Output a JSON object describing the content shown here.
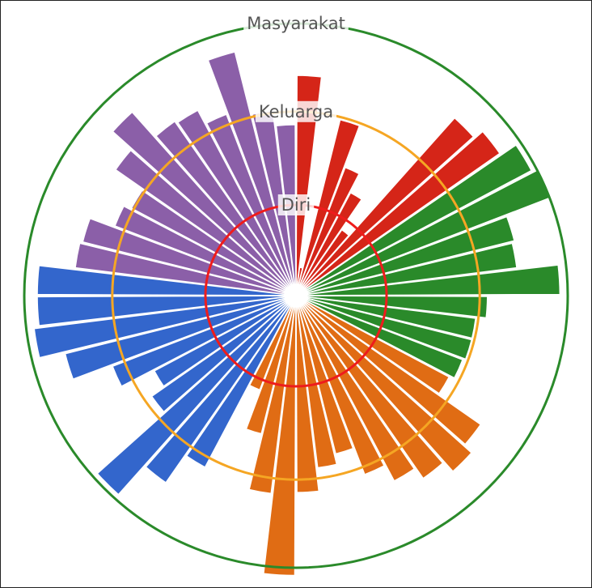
{
  "chart_data": {
    "type": "radial-bar",
    "max_value": 100,
    "rings": [
      {
        "label": "Diri",
        "value": 35,
        "color": "#ee1c1c"
      },
      {
        "label": "Keluarga",
        "value": 71,
        "color": "#f5a623"
      },
      {
        "label": "Masyarakat",
        "value": 105,
        "color": "#2a8a2a"
      }
    ],
    "groups": [
      {
        "color": "#d52518",
        "values": [
          85,
          11,
          70,
          53,
          45,
          31
        ]
      },
      {
        "color": "#d52518",
        "values": [
          92,
          96
        ]
      },
      {
        "color": "#2a8a2a",
        "values": [
          103,
          105,
          87,
          86,
          102,
          74,
          70,
          70,
          69
        ]
      },
      {
        "color": "#e06c14",
        "values": [
          67,
          87,
          91,
          86,
          81,
          74,
          63,
          67,
          76,
          108,
          77,
          55,
          39
        ]
      },
      {
        "color": "#3366cc",
        "values": [
          75,
          88,
          103,
          68,
          62,
          76,
          92,
          102,
          100,
          100
        ]
      },
      {
        "color": "#8b5fa8",
        "values": [
          86,
          85,
          75,
          72,
          85,
          95,
          82,
          81,
          75,
          97,
          72,
          66
        ]
      }
    ]
  }
}
